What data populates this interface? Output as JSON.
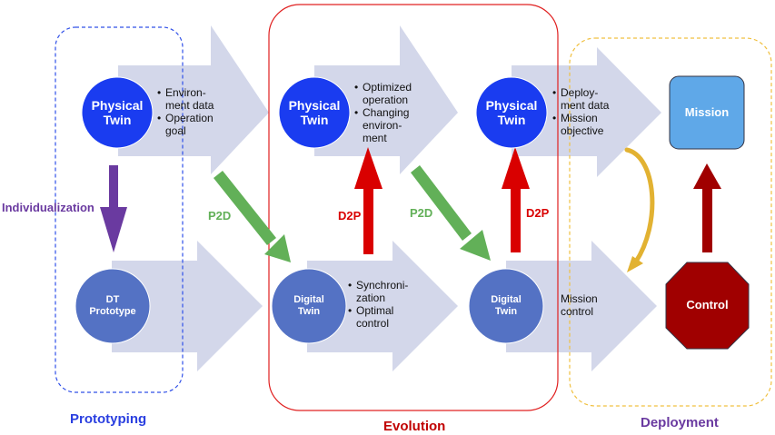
{
  "colors": {
    "physical_twin": "#1a3cf0",
    "digital_twin": "#5472c4",
    "big_arrow": "#d3d7ea",
    "individualization": "#6a3aa0",
    "p2d": "#62b058",
    "d2p": "#d90000",
    "mission_box": "#5fa8e8",
    "control_octagon": "#a00000",
    "mission_arrow": "#a00000",
    "feedback_arc": "#e2b232",
    "prototyping_border": "#3050e8",
    "evolution_border": "#e02020",
    "deployment_border": "#f0c040",
    "prototyping_label": "#2a3fe0",
    "evolution_label": "#c00000",
    "deployment_label": "#6a3aa0"
  },
  "phases": {
    "prototyping": "Prototyping",
    "evolution": "Evolution",
    "deployment": "Deployment"
  },
  "nodes": {
    "pt1": {
      "line1": "Physical",
      "line2": "Twin"
    },
    "pt2": {
      "line1": "Physical",
      "line2": "Twin"
    },
    "pt3": {
      "line1": "Physical",
      "line2": "Twin"
    },
    "dtp": {
      "line1": "DT",
      "line2": "Prototype"
    },
    "dt1": {
      "line1": "Digital",
      "line2": "Twin"
    },
    "dt2": {
      "line1": "Digital",
      "line2": "Twin"
    },
    "mission": "Mission",
    "control": "Control"
  },
  "bullets": {
    "pt1": [
      "Environ- ment data",
      "Operation goal"
    ],
    "pt2": [
      "Optimized operation",
      "Changing environ- ment"
    ],
    "pt3": [
      "Deploy- ment data",
      "Mission objective"
    ],
    "dt1": [
      "Synchroni- zation",
      "Optimal control"
    ]
  },
  "mission_control": "Mission control",
  "arrow_labels": {
    "individualization": "Individualization",
    "p2d_1": "P2D",
    "p2d_2": "P2D",
    "d2p_1": "D2P",
    "d2p_2": "D2P"
  }
}
